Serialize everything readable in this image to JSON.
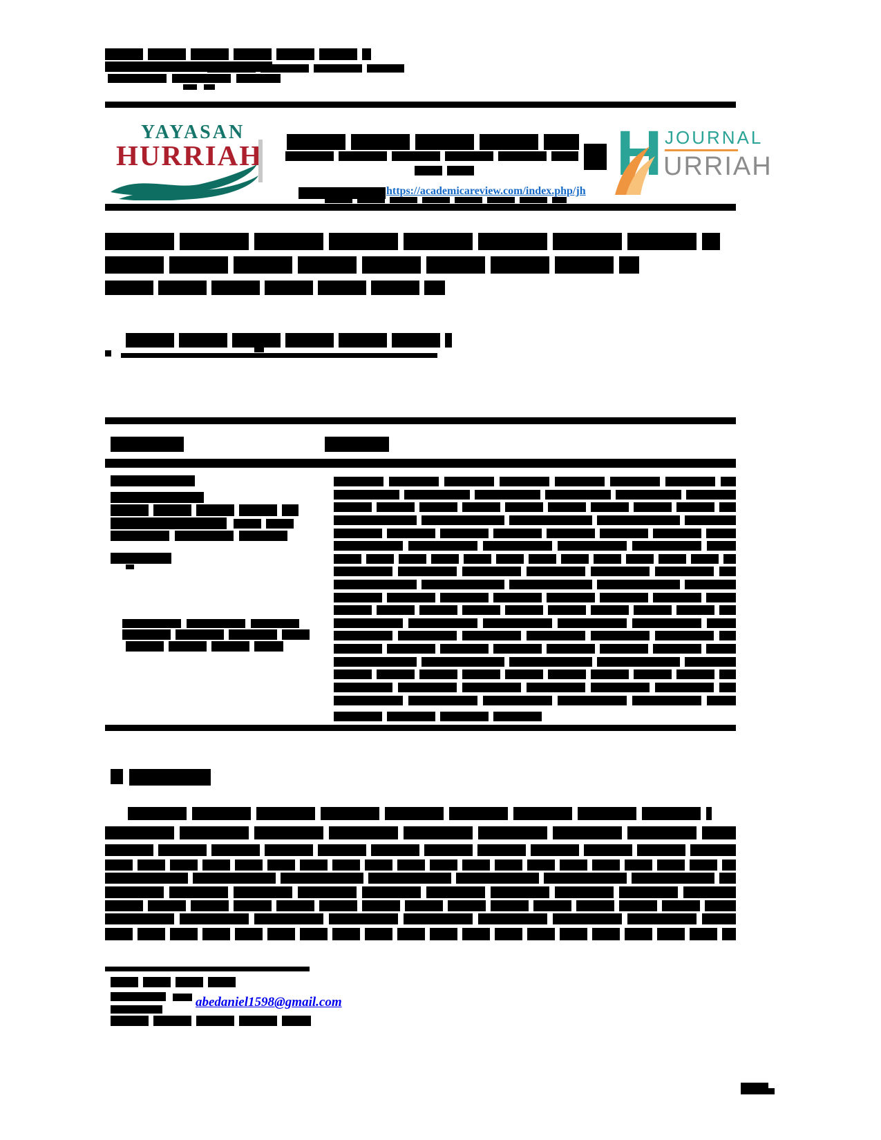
{
  "branding": {
    "yayasan": {
      "line1": "YAYASAN",
      "line2": "HURRIAH",
      "teal": "#15756A",
      "red": "#AC1F2D"
    },
    "journal": {
      "initial": "H",
      "word1": "JOURNAL",
      "word2": "URRIAH",
      "teal": "#2BA396",
      "orange": "#F0953F",
      "gray": "#8C8C8C"
    }
  },
  "header": {
    "site_url": "https://academicareview.com/index.php/jh",
    "link_color": "#1569C7"
  },
  "footnote": {
    "email": "abedaniel1598@gmail.com",
    "email_color": "#0000EE"
  },
  "redaction_color": "#000000"
}
